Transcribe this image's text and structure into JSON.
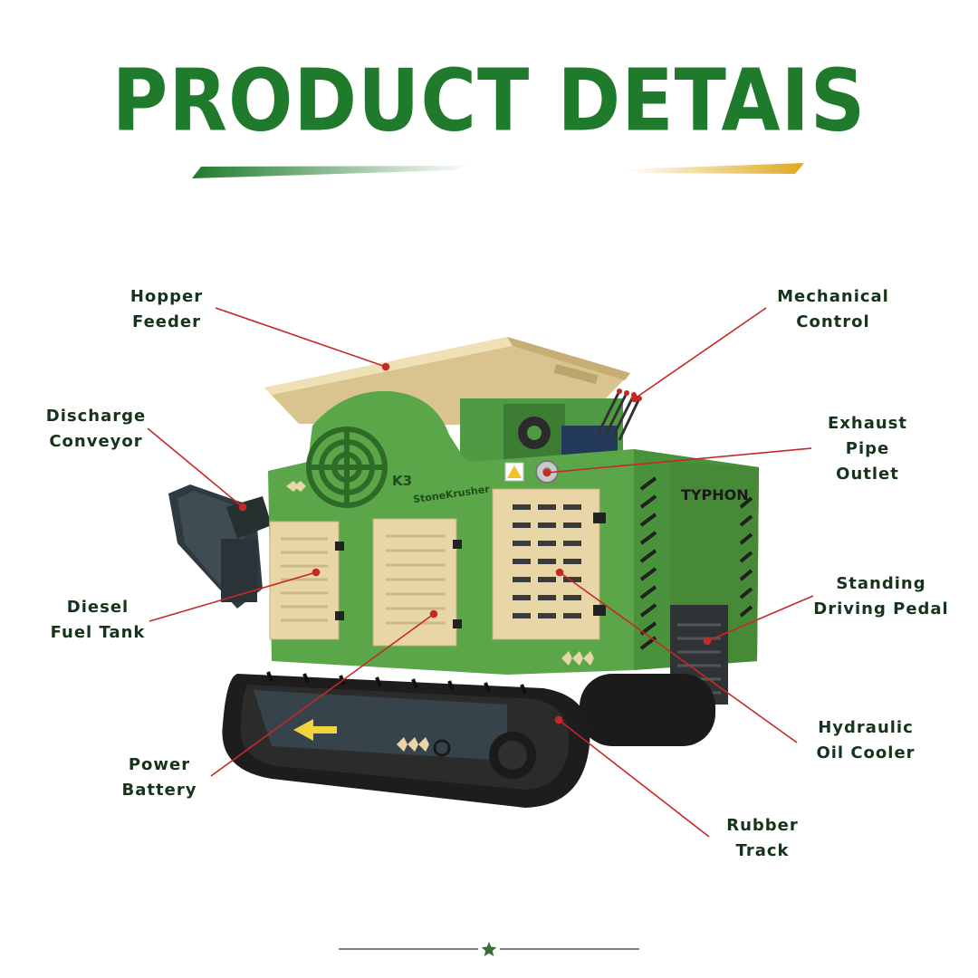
{
  "title": "PRODUCT DETAIS",
  "machine": {
    "model": "K3",
    "brand": "StoneKrusher",
    "name": "TYPHON"
  },
  "colors": {
    "title_green": "#1f7a2c",
    "label_dark": "#16331c",
    "leader_red": "#c62828",
    "machine_green": "#57a447",
    "panel_cream": "#e8d6a6",
    "accent_gold": "#e0a81e"
  },
  "labels": {
    "hopper_feeder": "Hopper\nFeeder",
    "discharge_conveyor": "Discharge\nConveyor",
    "diesel_fuel_tank": "Diesel\nFuel Tank",
    "power_battery": "Power\nBattery",
    "mechanical_control": "Mechanical\nControl",
    "exhaust_pipe_outlet": "Exhaust\nPipe\nOutlet",
    "standing_driving_pedal": "Standing\nDriving Pedal",
    "hydraulic_oil_cooler": "Hydraulic\nOil Cooler",
    "rubber_track": "Rubber\nTrack"
  }
}
